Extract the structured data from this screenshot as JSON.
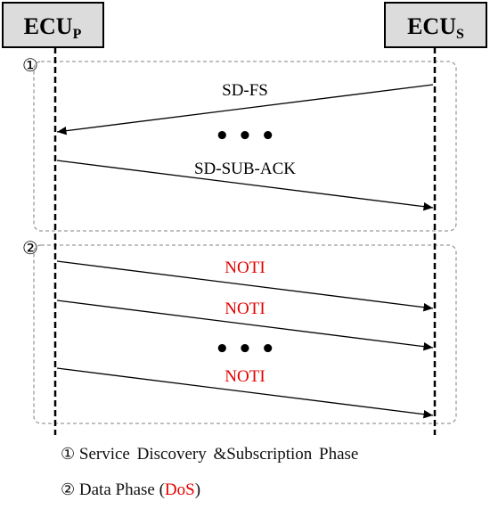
{
  "entities": {
    "left": {
      "name": "ECU",
      "subscript": "P"
    },
    "right": {
      "name": "ECU",
      "subscript": "S"
    }
  },
  "phases": [
    {
      "marker": "①"
    },
    {
      "marker": "②"
    }
  ],
  "messages": [
    {
      "label": "SD-FS",
      "color": "#000000"
    },
    {
      "label": "• • •",
      "color": "#000000"
    },
    {
      "label": "SD-SUB-ACK",
      "color": "#000000"
    },
    {
      "label": "NOTI",
      "color": "#e60000"
    },
    {
      "label": "NOTI",
      "color": "#e60000"
    },
    {
      "label": "• • •",
      "color": "#000000"
    },
    {
      "label": "NOTI",
      "color": "#e60000"
    }
  ],
  "legend": {
    "phase1": {
      "marker": "①",
      "text": "Service Discovery &Subscription Phase"
    },
    "phase2": {
      "marker": "②",
      "text_before": "Data Phase (",
      "highlight": "DoS",
      "text_after": ")",
      "highlight_color": "#e60000"
    }
  }
}
